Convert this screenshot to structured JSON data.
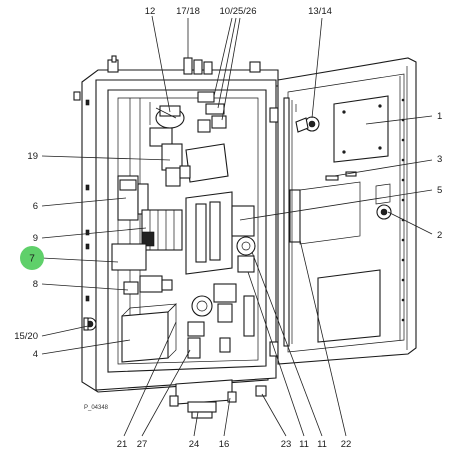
{
  "diagram": {
    "reference_code": "P_04348",
    "highlight_color": "#5fd06a",
    "callouts_top": [
      "12",
      "17/18",
      "10/25/26",
      "13/14"
    ],
    "callouts_right": [
      "1",
      "3",
      "5",
      "2"
    ],
    "callouts_left": [
      "19",
      "6",
      "9",
      "7",
      "8",
      "15/20",
      "4"
    ],
    "callouts_bottom": [
      "21",
      "27",
      "24",
      "16",
      "23",
      "11",
      "11",
      "22"
    ],
    "highlighted_callout": "7"
  }
}
